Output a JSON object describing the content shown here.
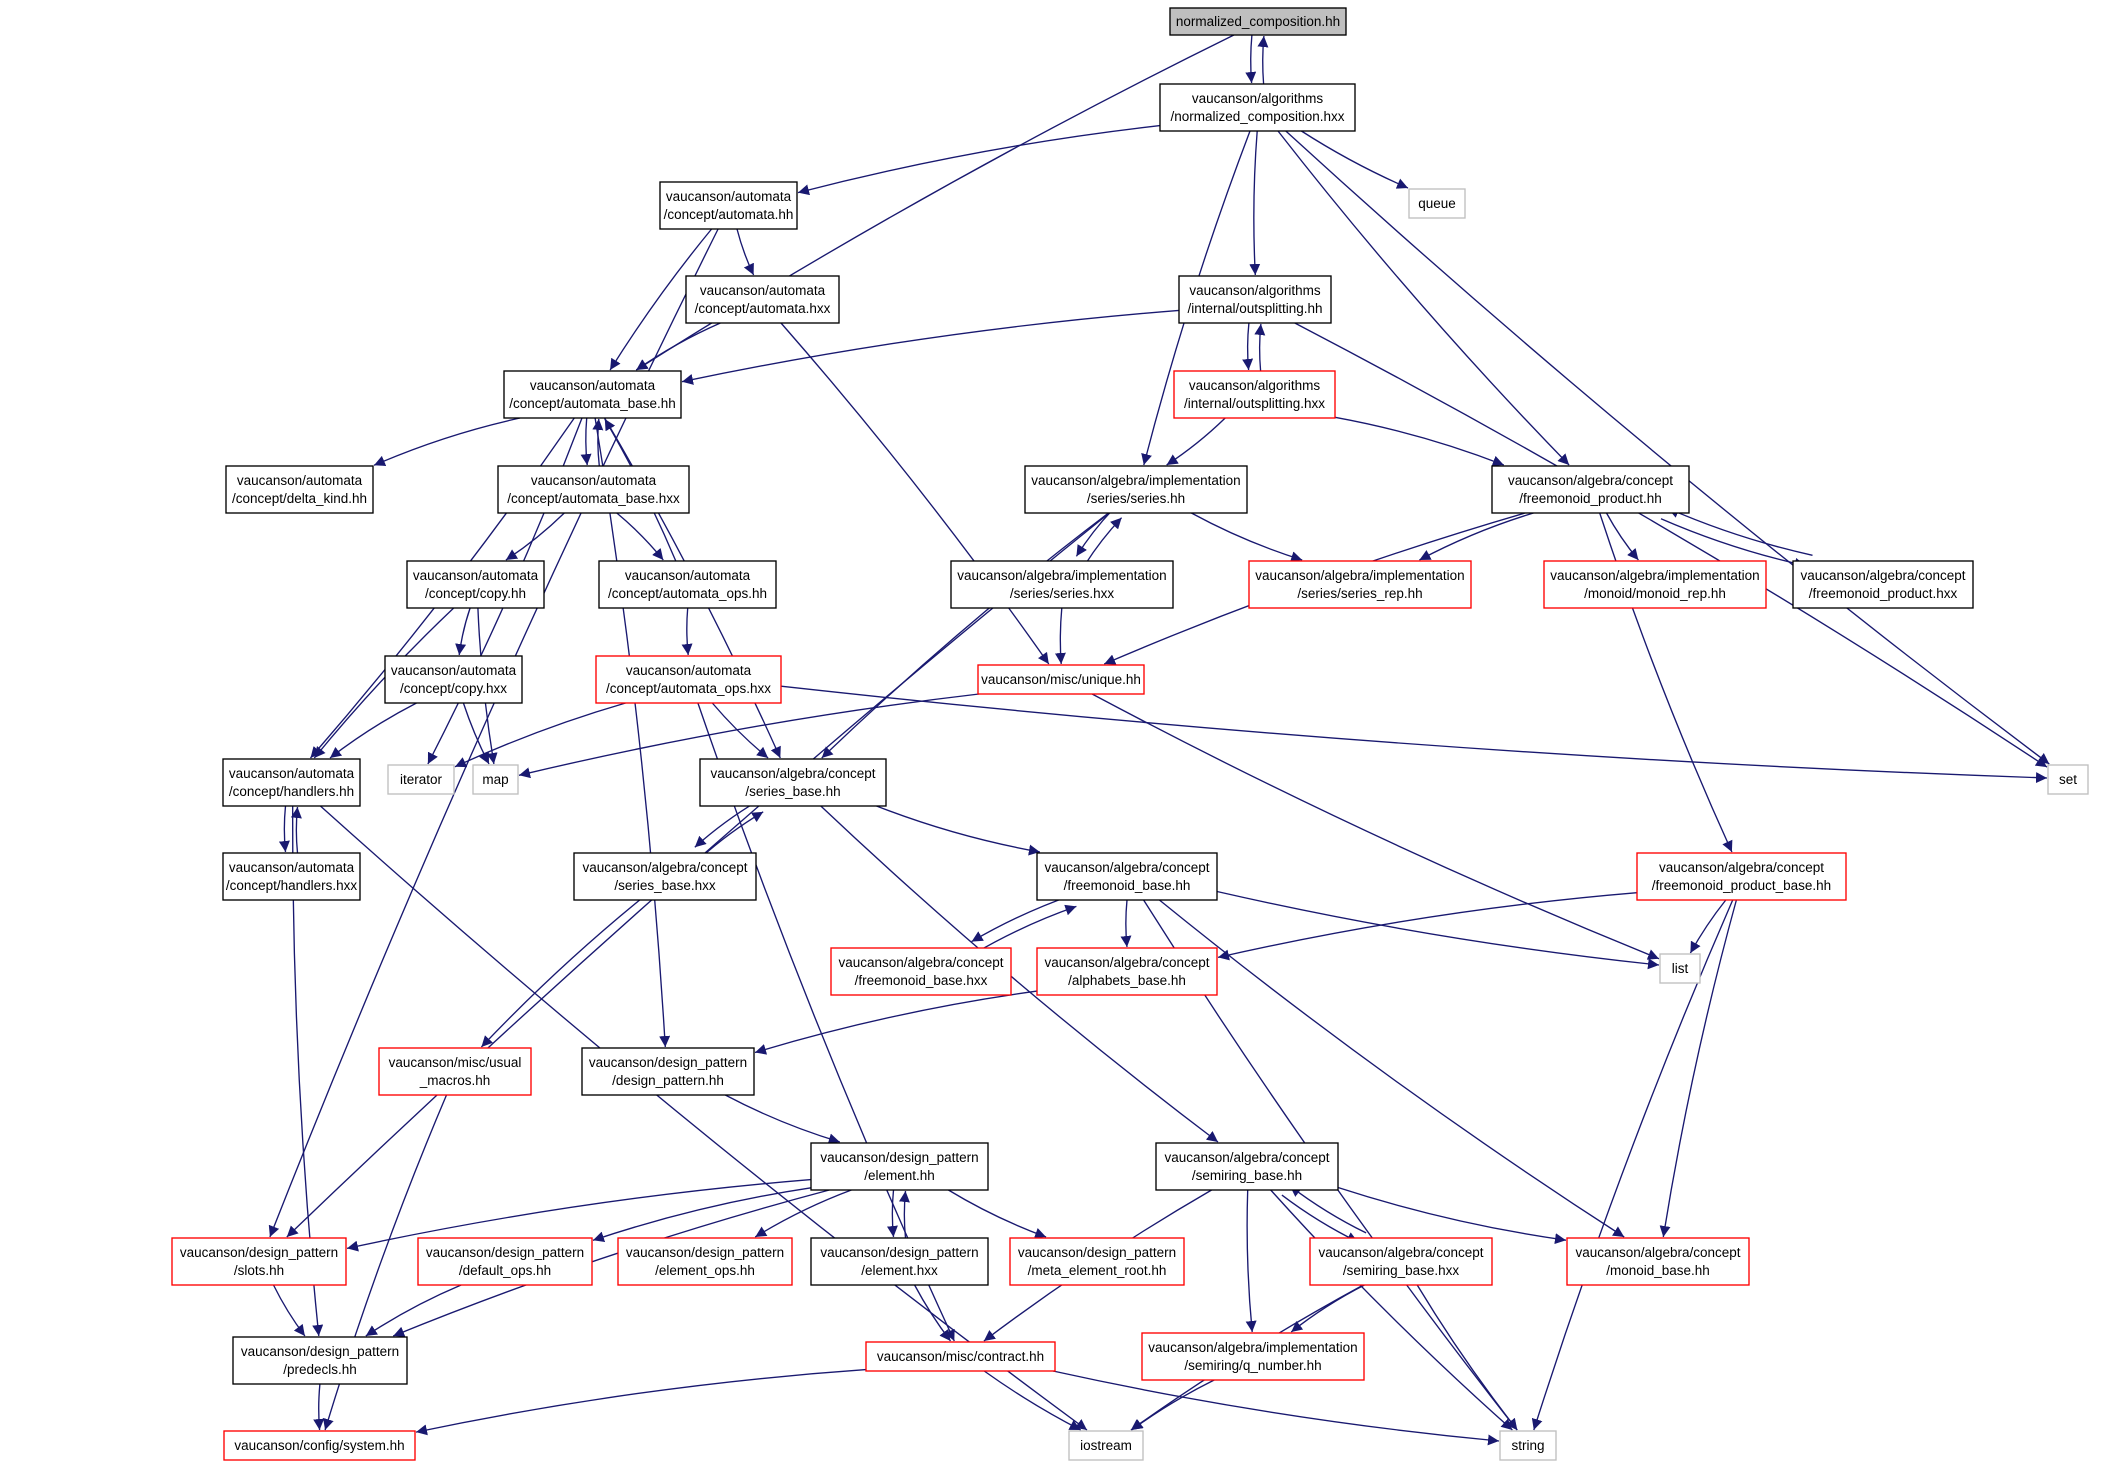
{
  "colors": {
    "edge": "#191970",
    "root_fill": "#bfbfbf",
    "red_border": "#ff0000",
    "gray_border": "#bfbfbf",
    "black_border": "#000000"
  },
  "nodes": [
    {
      "id": "n0",
      "kind": "root",
      "lines": [
        "normalized_composition.hh"
      ]
    },
    {
      "id": "n1",
      "kind": "black",
      "lines": [
        "vaucanson/algorithms",
        "/normalized_composition.hxx"
      ]
    },
    {
      "id": "n2",
      "kind": "black",
      "lines": [
        "vaucanson/automata",
        "/concept/automata.hh"
      ]
    },
    {
      "id": "n3",
      "kind": "gray",
      "lines": [
        "queue"
      ]
    },
    {
      "id": "n4",
      "kind": "black",
      "lines": [
        "vaucanson/automata",
        "/concept/automata.hxx"
      ]
    },
    {
      "id": "n5",
      "kind": "black",
      "lines": [
        "vaucanson/algorithms",
        "/internal/outsplitting.hh"
      ]
    },
    {
      "id": "n6",
      "kind": "black",
      "lines": [
        "vaucanson/automata",
        "/concept/automata_base.hh"
      ]
    },
    {
      "id": "n7",
      "kind": "red",
      "lines": [
        "vaucanson/algorithms",
        "/internal/outsplitting.hxx"
      ]
    },
    {
      "id": "n8",
      "kind": "black",
      "lines": [
        "vaucanson/automata",
        "/concept/delta_kind.hh"
      ]
    },
    {
      "id": "n9",
      "kind": "black",
      "lines": [
        "vaucanson/automata",
        "/concept/automata_base.hxx"
      ]
    },
    {
      "id": "n10",
      "kind": "black",
      "lines": [
        "vaucanson/algebra/implementation",
        "/series/series.hh"
      ]
    },
    {
      "id": "n11",
      "kind": "black",
      "lines": [
        "vaucanson/algebra/concept",
        "/freemonoid_product.hh"
      ]
    },
    {
      "id": "n12",
      "kind": "black",
      "lines": [
        "vaucanson/automata",
        "/concept/copy.hh"
      ]
    },
    {
      "id": "n13",
      "kind": "black",
      "lines": [
        "vaucanson/automata",
        "/concept/automata_ops.hh"
      ]
    },
    {
      "id": "n14",
      "kind": "black",
      "lines": [
        "vaucanson/algebra/implementation",
        "/series/series.hxx"
      ]
    },
    {
      "id": "n15",
      "kind": "red",
      "lines": [
        "vaucanson/algebra/implementation",
        "/series/series_rep.hh"
      ]
    },
    {
      "id": "n16",
      "kind": "red",
      "lines": [
        "vaucanson/algebra/implementation",
        "/monoid/monoid_rep.hh"
      ]
    },
    {
      "id": "n17",
      "kind": "black",
      "lines": [
        "vaucanson/algebra/concept",
        "/freemonoid_product.hxx"
      ]
    },
    {
      "id": "n18",
      "kind": "black",
      "lines": [
        "vaucanson/automata",
        "/concept/copy.hxx"
      ]
    },
    {
      "id": "n19",
      "kind": "red",
      "lines": [
        "vaucanson/automata",
        "/concept/automata_ops.hxx"
      ]
    },
    {
      "id": "n20",
      "kind": "red",
      "lines": [
        "vaucanson/misc/unique.hh"
      ]
    },
    {
      "id": "n21",
      "kind": "black",
      "lines": [
        "vaucanson/automata",
        "/concept/handlers.hh"
      ]
    },
    {
      "id": "n22",
      "kind": "gray",
      "lines": [
        "iterator"
      ]
    },
    {
      "id": "n23",
      "kind": "gray",
      "lines": [
        "map"
      ]
    },
    {
      "id": "n24",
      "kind": "black",
      "lines": [
        "vaucanson/algebra/concept",
        "/series_base.hh"
      ]
    },
    {
      "id": "n25",
      "kind": "gray",
      "lines": [
        "set"
      ]
    },
    {
      "id": "n26",
      "kind": "black",
      "lines": [
        "vaucanson/automata",
        "/concept/handlers.hxx"
      ]
    },
    {
      "id": "n27",
      "kind": "black",
      "lines": [
        "vaucanson/algebra/concept",
        "/series_base.hxx"
      ]
    },
    {
      "id": "n28",
      "kind": "black",
      "lines": [
        "vaucanson/algebra/concept",
        "/freemonoid_base.hh"
      ]
    },
    {
      "id": "n29",
      "kind": "red",
      "lines": [
        "vaucanson/algebra/concept",
        "/freemonoid_product_base.hh"
      ]
    },
    {
      "id": "n30",
      "kind": "red",
      "lines": [
        "vaucanson/algebra/concept",
        "/freemonoid_base.hxx"
      ]
    },
    {
      "id": "n31",
      "kind": "red",
      "lines": [
        "vaucanson/algebra/concept",
        "/alphabets_base.hh"
      ]
    },
    {
      "id": "n32",
      "kind": "gray",
      "lines": [
        "list"
      ]
    },
    {
      "id": "n33",
      "kind": "red",
      "lines": [
        "vaucanson/misc/usual",
        "_macros.hh"
      ]
    },
    {
      "id": "n34",
      "kind": "black",
      "lines": [
        "vaucanson/design_pattern",
        "/design_pattern.hh"
      ]
    },
    {
      "id": "n35",
      "kind": "black",
      "lines": [
        "vaucanson/design_pattern",
        "/element.hh"
      ]
    },
    {
      "id": "n36",
      "kind": "black",
      "lines": [
        "vaucanson/algebra/concept",
        "/semiring_base.hh"
      ]
    },
    {
      "id": "n37",
      "kind": "red",
      "lines": [
        "vaucanson/design_pattern",
        "/slots.hh"
      ]
    },
    {
      "id": "n38",
      "kind": "red",
      "lines": [
        "vaucanson/design_pattern",
        "/default_ops.hh"
      ]
    },
    {
      "id": "n39",
      "kind": "red",
      "lines": [
        "vaucanson/design_pattern",
        "/element_ops.hh"
      ]
    },
    {
      "id": "n40",
      "kind": "black",
      "lines": [
        "vaucanson/design_pattern",
        "/element.hxx"
      ]
    },
    {
      "id": "n41",
      "kind": "red",
      "lines": [
        "vaucanson/design_pattern",
        "/meta_element_root.hh"
      ]
    },
    {
      "id": "n42",
      "kind": "red",
      "lines": [
        "vaucanson/algebra/concept",
        "/semiring_base.hxx"
      ]
    },
    {
      "id": "n43",
      "kind": "red",
      "lines": [
        "vaucanson/algebra/concept",
        "/monoid_base.hh"
      ]
    },
    {
      "id": "n44",
      "kind": "black",
      "lines": [
        "vaucanson/design_pattern",
        "/predecls.hh"
      ]
    },
    {
      "id": "n45",
      "kind": "red",
      "lines": [
        "vaucanson/misc/contract.hh"
      ]
    },
    {
      "id": "n46",
      "kind": "red",
      "lines": [
        "vaucanson/algebra/implementation",
        "/semiring/q_number.hh"
      ]
    },
    {
      "id": "n47",
      "kind": "red",
      "lines": [
        "vaucanson/config/system.hh"
      ]
    },
    {
      "id": "n48",
      "kind": "gray",
      "lines": [
        "iostream"
      ]
    },
    {
      "id": "n49",
      "kind": "gray",
      "lines": [
        "string"
      ]
    }
  ],
  "edges": [
    [
      "n0",
      "n1"
    ],
    [
      "n0",
      "n6"
    ],
    [
      "n1",
      "n0"
    ],
    [
      "n1",
      "n2"
    ],
    [
      "n1",
      "n3"
    ],
    [
      "n1",
      "n5"
    ],
    [
      "n1",
      "n10"
    ],
    [
      "n1",
      "n11"
    ],
    [
      "n1",
      "n25"
    ],
    [
      "n2",
      "n6"
    ],
    [
      "n2",
      "n4"
    ],
    [
      "n2",
      "n37"
    ],
    [
      "n4",
      "n6"
    ],
    [
      "n4",
      "n20"
    ],
    [
      "n5",
      "n6"
    ],
    [
      "n5",
      "n7"
    ],
    [
      "n5",
      "n25"
    ],
    [
      "n7",
      "n5"
    ],
    [
      "n7",
      "n10"
    ],
    [
      "n7",
      "n11"
    ],
    [
      "n6",
      "n8"
    ],
    [
      "n6",
      "n9"
    ],
    [
      "n6",
      "n21"
    ],
    [
      "n6",
      "n22"
    ],
    [
      "n6",
      "n24"
    ],
    [
      "n6",
      "n34"
    ],
    [
      "n9",
      "n6"
    ],
    [
      "n9",
      "n12"
    ],
    [
      "n9",
      "n13"
    ],
    [
      "n13",
      "n6"
    ],
    [
      "n13",
      "n19"
    ],
    [
      "n10",
      "n14"
    ],
    [
      "n10",
      "n15"
    ],
    [
      "n10",
      "n24"
    ],
    [
      "n10",
      "n37"
    ],
    [
      "n14",
      "n10"
    ],
    [
      "n14",
      "n20"
    ],
    [
      "n11",
      "n15"
    ],
    [
      "n11",
      "n16"
    ],
    [
      "n11",
      "n17"
    ],
    [
      "n11",
      "n20"
    ],
    [
      "n11",
      "n29"
    ],
    [
      "n17",
      "n11"
    ],
    [
      "n12",
      "n18"
    ],
    [
      "n12",
      "n21"
    ],
    [
      "n12",
      "n23"
    ],
    [
      "n18",
      "n21"
    ],
    [
      "n18",
      "n23"
    ],
    [
      "n19",
      "n22"
    ],
    [
      "n19",
      "n24"
    ],
    [
      "n19",
      "n25"
    ],
    [
      "n19",
      "n45"
    ],
    [
      "n20",
      "n23"
    ],
    [
      "n20",
      "n32"
    ],
    [
      "n21",
      "n26"
    ],
    [
      "n21",
      "n44"
    ],
    [
      "n21",
      "n48"
    ],
    [
      "n26",
      "n21"
    ],
    [
      "n24",
      "n27"
    ],
    [
      "n24",
      "n28"
    ],
    [
      "n24",
      "n36"
    ],
    [
      "n27",
      "n24"
    ],
    [
      "n27",
      "n33"
    ],
    [
      "n28",
      "n30"
    ],
    [
      "n28",
      "n31"
    ],
    [
      "n28",
      "n32"
    ],
    [
      "n28",
      "n43"
    ],
    [
      "n28",
      "n49"
    ],
    [
      "n30",
      "n28"
    ],
    [
      "n29",
      "n31"
    ],
    [
      "n29",
      "n32"
    ],
    [
      "n29",
      "n43"
    ],
    [
      "n29",
      "n49"
    ],
    [
      "n31",
      "n34"
    ],
    [
      "n33",
      "n47"
    ],
    [
      "n34",
      "n35"
    ],
    [
      "n35",
      "n37"
    ],
    [
      "n35",
      "n38"
    ],
    [
      "n35",
      "n39"
    ],
    [
      "n35",
      "n40"
    ],
    [
      "n35",
      "n41"
    ],
    [
      "n35",
      "n44"
    ],
    [
      "n40",
      "n35"
    ],
    [
      "n40",
      "n45"
    ],
    [
      "n36",
      "n42"
    ],
    [
      "n36",
      "n43"
    ],
    [
      "n36",
      "n45"
    ],
    [
      "n36",
      "n46"
    ],
    [
      "n36",
      "n49"
    ],
    [
      "n42",
      "n36"
    ],
    [
      "n42",
      "n46"
    ],
    [
      "n42",
      "n48"
    ],
    [
      "n42",
      "n49"
    ],
    [
      "n37",
      "n44"
    ],
    [
      "n38",
      "n44"
    ],
    [
      "n44",
      "n47"
    ],
    [
      "n45",
      "n47"
    ],
    [
      "n45",
      "n48"
    ],
    [
      "n45",
      "n49"
    ],
    [
      "n46",
      "n48"
    ]
  ]
}
